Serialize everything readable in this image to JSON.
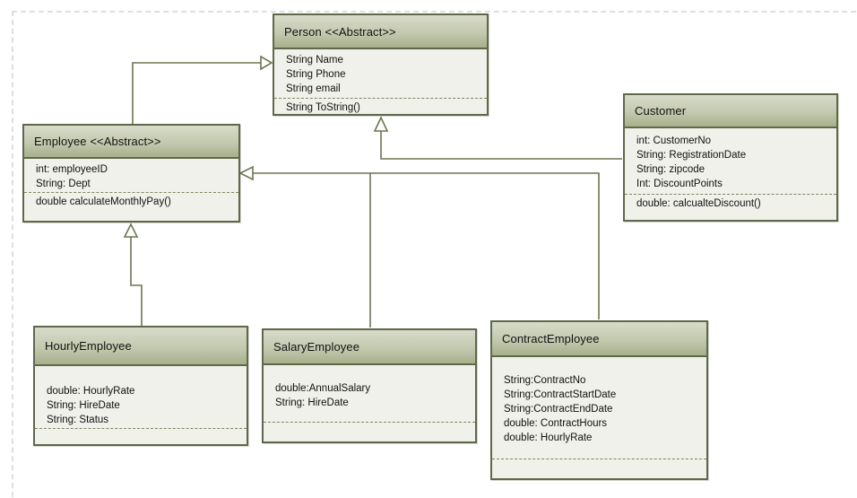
{
  "classes": {
    "person": {
      "title": "Person <<Abstract>>",
      "attributes": [
        "String Name",
        "String Phone",
        "String email"
      ],
      "methods": [
        "String ToString()"
      ]
    },
    "employee": {
      "title": "Employee <<Abstract>>",
      "attributes": [
        "int: employeeID",
        "String: Dept"
      ],
      "methods": [
        "double calculateMonthlyPay()"
      ]
    },
    "customer": {
      "title": "Customer",
      "attributes": [
        "int: CustomerNo",
        "String: RegistrationDate",
        "String: zipcode",
        "Int: DiscountPoints"
      ],
      "methods": [
        "double: calcualteDiscount()"
      ]
    },
    "hourly_employee": {
      "title": "HourlyEmployee",
      "attributes": [
        "double: HourlyRate",
        "String: HireDate",
        "String: Status"
      ],
      "methods": []
    },
    "salary_employee": {
      "title": "SalaryEmployee",
      "attributes": [
        "double:AnnualSalary",
        "String: HireDate"
      ],
      "methods": []
    },
    "contract_employee": {
      "title": "ContractEmployee",
      "attributes": [
        "String:ContractNo",
        "String:ContractStartDate",
        "String:ContractEndDate",
        "double: ContractHours",
        "double: HourlyRate"
      ],
      "methods": []
    }
  },
  "relationships": [
    {
      "from": "Employee",
      "to": "Person",
      "type": "generalization"
    },
    {
      "from": "Customer",
      "to": "Person",
      "type": "generalization"
    },
    {
      "from": "HourlyEmployee",
      "to": "Employee",
      "type": "generalization"
    },
    {
      "from": "SalaryEmployee",
      "to": "Employee",
      "type": "generalization"
    },
    {
      "from": "ContractEmployee",
      "to": "Employee",
      "type": "generalization"
    }
  ],
  "colors": {
    "box_border": "#5e684a",
    "header_gradient_top": "#d8dbca",
    "header_gradient_bottom": "#a7af8b",
    "body_fill": "#f0f1ea",
    "connector": "#6b7750",
    "separator_dashed": "#7e885e",
    "page_boundary_dashed": "#dedede"
  }
}
